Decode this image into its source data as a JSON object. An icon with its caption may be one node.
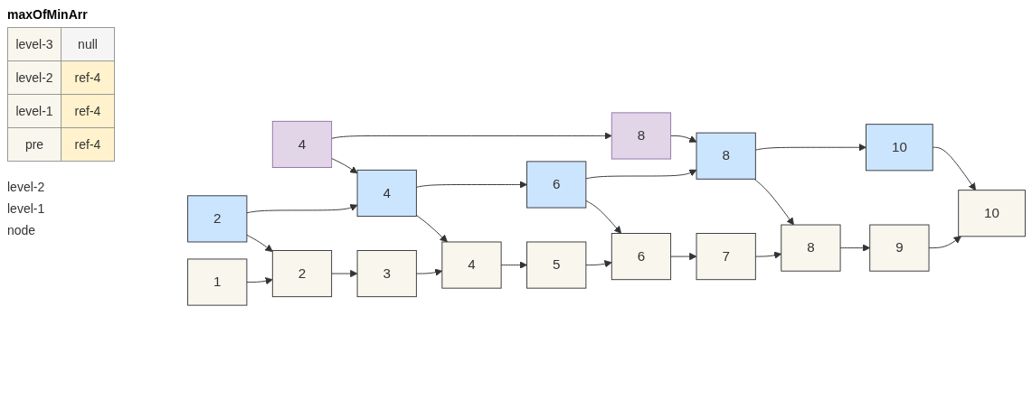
{
  "diagram": {
    "title": "maxOfMinArr",
    "nodes": [
      {
        "text": [
          "4"
        ]
      },
      {
        "text": [
          "8"
        ]
      },
      {
        "text": [
          "2"
        ]
      },
      {
        "text": [
          "4"
        ]
      },
      {
        "text": [
          "6"
        ]
      },
      {
        "text": [
          "8"
        ]
      },
      {
        "text": [
          "10"
        ]
      },
      {
        "text": [
          "1"
        ]
      },
      {
        "text": [
          "2"
        ]
      },
      {
        "text": [
          "3"
        ]
      },
      {
        "text": [
          "4"
        ]
      },
      {
        "text": [
          "5"
        ]
      },
      {
        "text": [
          "6"
        ]
      },
      {
        "text": [
          "7"
        ]
      },
      {
        "text": [
          "8"
        ]
      },
      {
        "text": [
          "9"
        ]
      },
      {
        "text": [
          "10"
        ]
      }
    ],
    "edges": [
      {
        "from": 0,
        "to": 1,
        "arrow": "to"
      },
      {
        "from": 0,
        "to": 3,
        "arrow": "to"
      },
      {
        "from": 1,
        "to": 5,
        "arrow": "to"
      },
      {
        "from": 2,
        "to": 3,
        "arrow": "to"
      },
      {
        "from": 3,
        "to": 4,
        "arrow": "to"
      },
      {
        "from": 4,
        "to": 5,
        "arrow": "to"
      },
      {
        "from": 5,
        "to": 6,
        "arrow": "to"
      },
      {
        "from": 2,
        "to": 8,
        "arrow": "to"
      },
      {
        "from": 3,
        "to": 10,
        "arrow": "to"
      },
      {
        "from": 4,
        "to": 12,
        "arrow": "to"
      },
      {
        "from": 5,
        "to": 14,
        "arrow": "to"
      },
      {
        "from": 6,
        "to": 16,
        "arrow": "to"
      },
      {
        "from": 7,
        "to": 8,
        "arrow": "to"
      },
      {
        "from": 8,
        "to": 9,
        "arrow": "to"
      },
      {
        "from": 9,
        "to": 10,
        "arrow": "to"
      },
      {
        "from": 10,
        "to": 11,
        "arrow": "to"
      },
      {
        "from": 11,
        "to": 12,
        "arrow": "to"
      },
      {
        "from": 12,
        "to": 13,
        "arrow": "to"
      },
      {
        "from": 13,
        "to": 14,
        "arrow": "to"
      },
      {
        "from": 14,
        "to": 15,
        "arrow": "to"
      },
      {
        "from": 15,
        "to": 16,
        "arrow": "to"
      }
    ],
    "labels": [
      "level-3",
      "null",
      "level-2",
      "ref-4",
      "level-1",
      "ref-4",
      "pre",
      "ref-4",
      "level-2",
      "level-1",
      "node"
    ]
  }
}
